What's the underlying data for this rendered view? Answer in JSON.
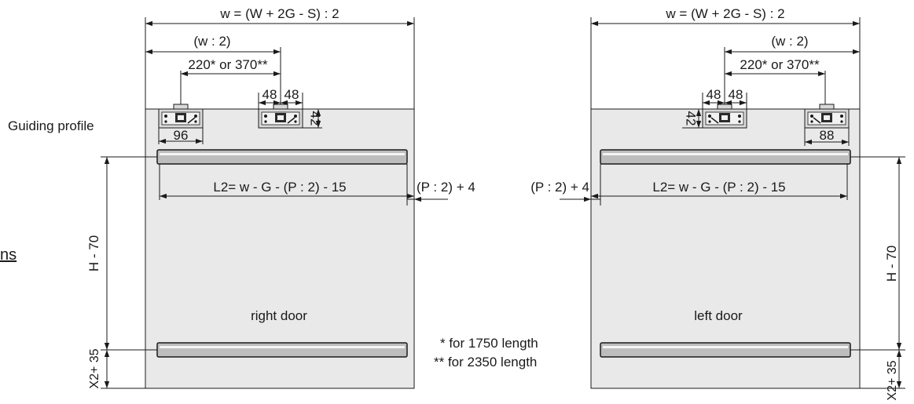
{
  "labels": {
    "guiding_profile": "Guiding profile",
    "ns": "ns",
    "width_formula_right": "w = (W + 2G - S) : 2",
    "width_formula_left": "w = (W + 2G - S) : 2",
    "half_w_right": "(w : 2)",
    "half_w_left": "(w : 2)",
    "offset_right": "220* or 370**",
    "offset_left": "220* or 370**",
    "dim48_a_right": "48",
    "dim48_b_right": "48",
    "dim48_a_left": "48",
    "dim48_b_left": "48",
    "dim42_right": "42",
    "dim42_left": "42",
    "dim96": "96",
    "dim88": "88",
    "l2_right": "L2= w - G - (P : 2) - 15",
    "l2_left": "L2= w - G - (P : 2) - 15",
    "p_right": "(P : 2) + 4",
    "p_left": "(P : 2) + 4",
    "h70_right": "H - 70",
    "h70_left": "H - 70",
    "x35_right": "X2+ 35",
    "x35_left": "X2+ 35",
    "right_door": "right door",
    "left_door": "left door",
    "note1": "* for 1750 length",
    "note2": "** for 2350 length"
  }
}
